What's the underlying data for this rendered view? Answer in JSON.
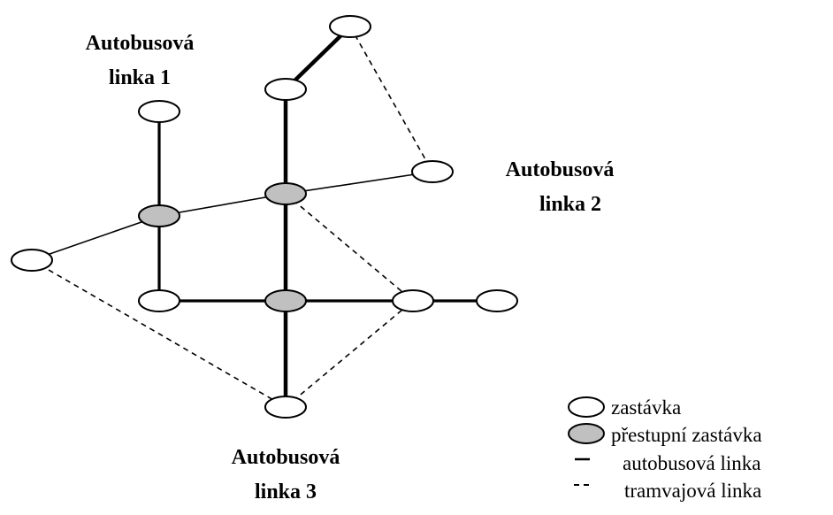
{
  "labels": {
    "line1_a": "Autobusová",
    "line1_b": "linka 1",
    "line2_a": "Autobusová",
    "line2_b": "linka 2",
    "line3_a": "Autobusová",
    "line3_b": "linka 3"
  },
  "legend": {
    "stop": "zastávka",
    "transfer": "přestupní zastávka",
    "bus": "autobusová linka",
    "tram": "tramvajová linka"
  },
  "colors": {
    "transfer_fill": "#c0c0c0",
    "stop_fill": "#ffffff",
    "stroke": "#000000"
  }
}
